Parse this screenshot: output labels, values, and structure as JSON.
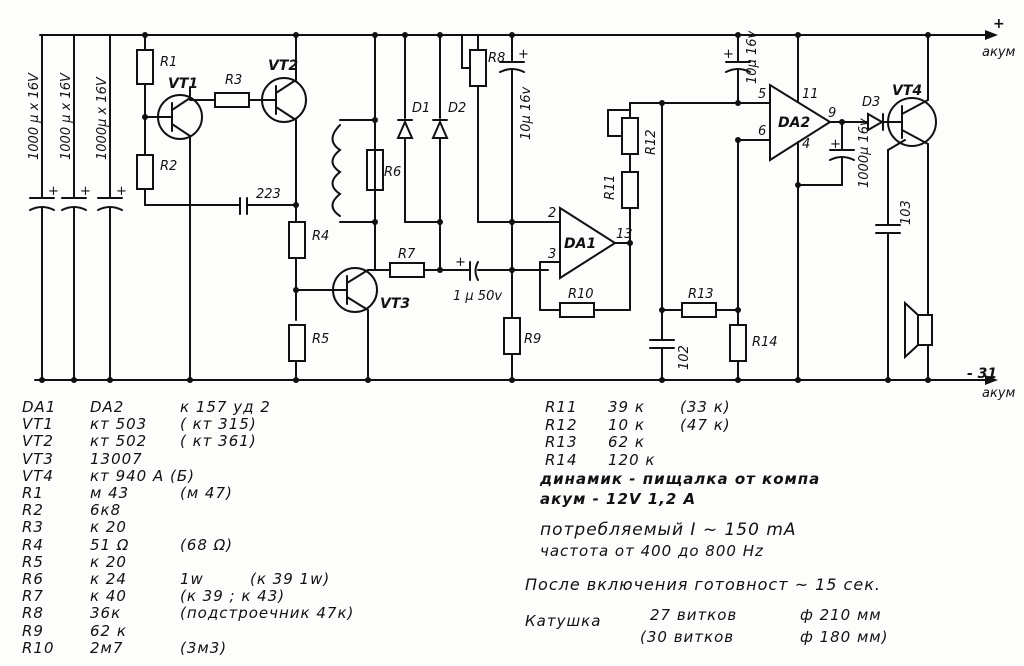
{
  "labels": {
    "c1": "1000 μ x 16V",
    "c2": "1000 μ x 16V",
    "c3": "1000μ x 16V",
    "r1": "R1",
    "r2": "R2",
    "r3": "R3",
    "r4": "R4",
    "r5": "R5",
    "r6": "R6",
    "r7": "R7",
    "r8": "R8",
    "r9": "R9",
    "r10": "R10",
    "r11": "R11",
    "r12": "R12",
    "r13": "R13",
    "r14": "R14",
    "vt1": "VT1",
    "vt2": "VT2",
    "vt3": "VT3",
    "vt4": "VT4",
    "d1": "D1",
    "d2": "D2",
    "d3": "D3",
    "da1": "DA1",
    "da2": "DA2",
    "c223": "223",
    "c102": "102",
    "c103": "103",
    "c10u": "10μ 16v",
    "c1u": "1 μ 50v",
    "c10u2": "10μ 16v",
    "c1000u": "1000μ 16v",
    "pin2": "2",
    "pin3": "3",
    "pin13": "13",
    "pin5": "5",
    "pin6": "6",
    "pin11": "11",
    "pin9": "9",
    "pin4": "4",
    "plus": "+",
    "plus_c": "+",
    "pos_rail": "+",
    "pos_rail_name": "акум",
    "neg_rail": "- 31",
    "neg_rail_name": "акум"
  },
  "parts": [
    [
      "DA1",
      "DA2",
      "к 157 уд 2",
      ""
    ],
    [
      "VT1",
      "кт 503",
      "( кт 315)",
      ""
    ],
    [
      "VT2",
      "кт 502",
      "( кт 361)",
      ""
    ],
    [
      "VT3",
      "13007",
      "",
      ""
    ],
    [
      "VT4",
      "кт 940 А (Б)",
      "",
      ""
    ],
    [
      "R1",
      "м 43",
      "(м 47)",
      ""
    ],
    [
      "R2",
      "6к8",
      "",
      ""
    ],
    [
      "R3",
      "к 20",
      "",
      ""
    ],
    [
      "R4",
      "51 Ω",
      "(68 Ω)",
      ""
    ],
    [
      "R5",
      "к 20",
      "",
      ""
    ],
    [
      "R6",
      "к 24",
      "1w",
      "(к 39 1w)"
    ],
    [
      "R7",
      "к 40",
      "(к 39 ; к 43)",
      ""
    ],
    [
      "R8",
      "36к",
      "(подстроечник 47к)",
      ""
    ],
    [
      "R9",
      "62 к",
      "",
      ""
    ],
    [
      "R10",
      "2м7",
      "(3м3)",
      ""
    ]
  ],
  "parts_right": [
    [
      "R11",
      "39 к",
      "(33 к)"
    ],
    [
      "R12",
      "10 к",
      "(47 к)"
    ],
    [
      "R13",
      "62 к",
      ""
    ],
    [
      "R14",
      "120 к",
      ""
    ]
  ],
  "notes": {
    "speaker": "динамик - пищалка от компа",
    "battery": "акум - 12V 1,2 А",
    "current": "потребляемый I ~ 150 mA",
    "freq": "частота от 400 до 800 Hz",
    "ready": "После включения готовност ~ 15 сек.",
    "coil_label": "Катушка",
    "coil1_turns": "27 витков",
    "coil1_d": "ф 210 мм",
    "coil2_turns": "(30 витков",
    "coil2_d": "ф 180 мм)"
  }
}
